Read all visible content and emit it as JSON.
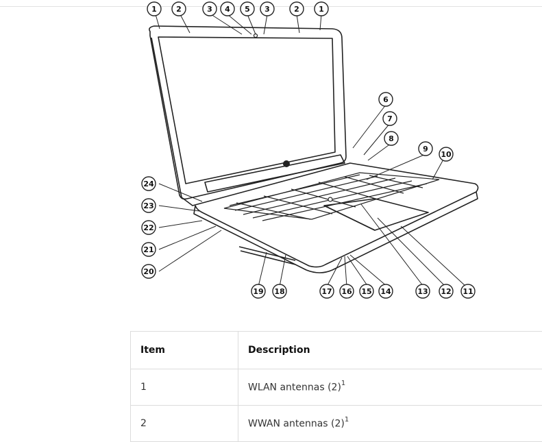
{
  "callouts": {
    "n1": "1",
    "n2": "2",
    "n3": "3",
    "n4": "4",
    "n5": "5",
    "n6": "6",
    "n7": "7",
    "n8": "8",
    "n9": "9",
    "n10": "10",
    "n11": "11",
    "n12": "12",
    "n13": "13",
    "n14": "14",
    "n15": "15",
    "n16": "16",
    "n17": "17",
    "n18": "18",
    "n19": "19",
    "n20": "20",
    "n21": "21",
    "n22": "22",
    "n23": "23",
    "n24": "24"
  },
  "table": {
    "header": {
      "item": "Item",
      "description": "Description"
    },
    "rows": [
      {
        "item": "1",
        "description": "WLAN antennas (2)",
        "footnote": "1"
      },
      {
        "item": "2",
        "description": "WWAN antennas (2)",
        "footnote": "1"
      }
    ]
  }
}
